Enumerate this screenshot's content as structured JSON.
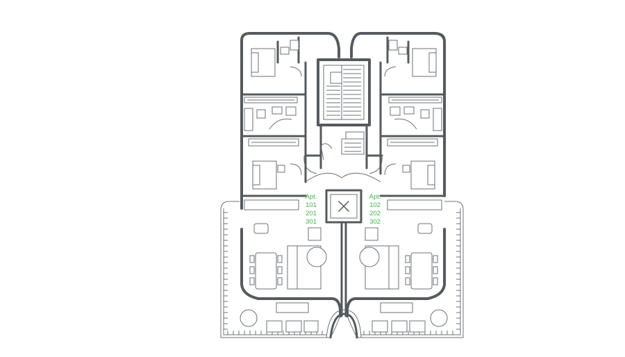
{
  "colors": {
    "wall": "#555a5e",
    "line": "#6b7075",
    "label": "#3cb54a",
    "background": "#ffffff"
  },
  "labels": {
    "left": [
      "Apt.",
      "101",
      "201",
      "301"
    ],
    "right": [
      "Apt.",
      "102",
      "202",
      "302"
    ]
  },
  "icons": {
    "elevator": "cross-icon",
    "stairs": "stair-icon"
  }
}
